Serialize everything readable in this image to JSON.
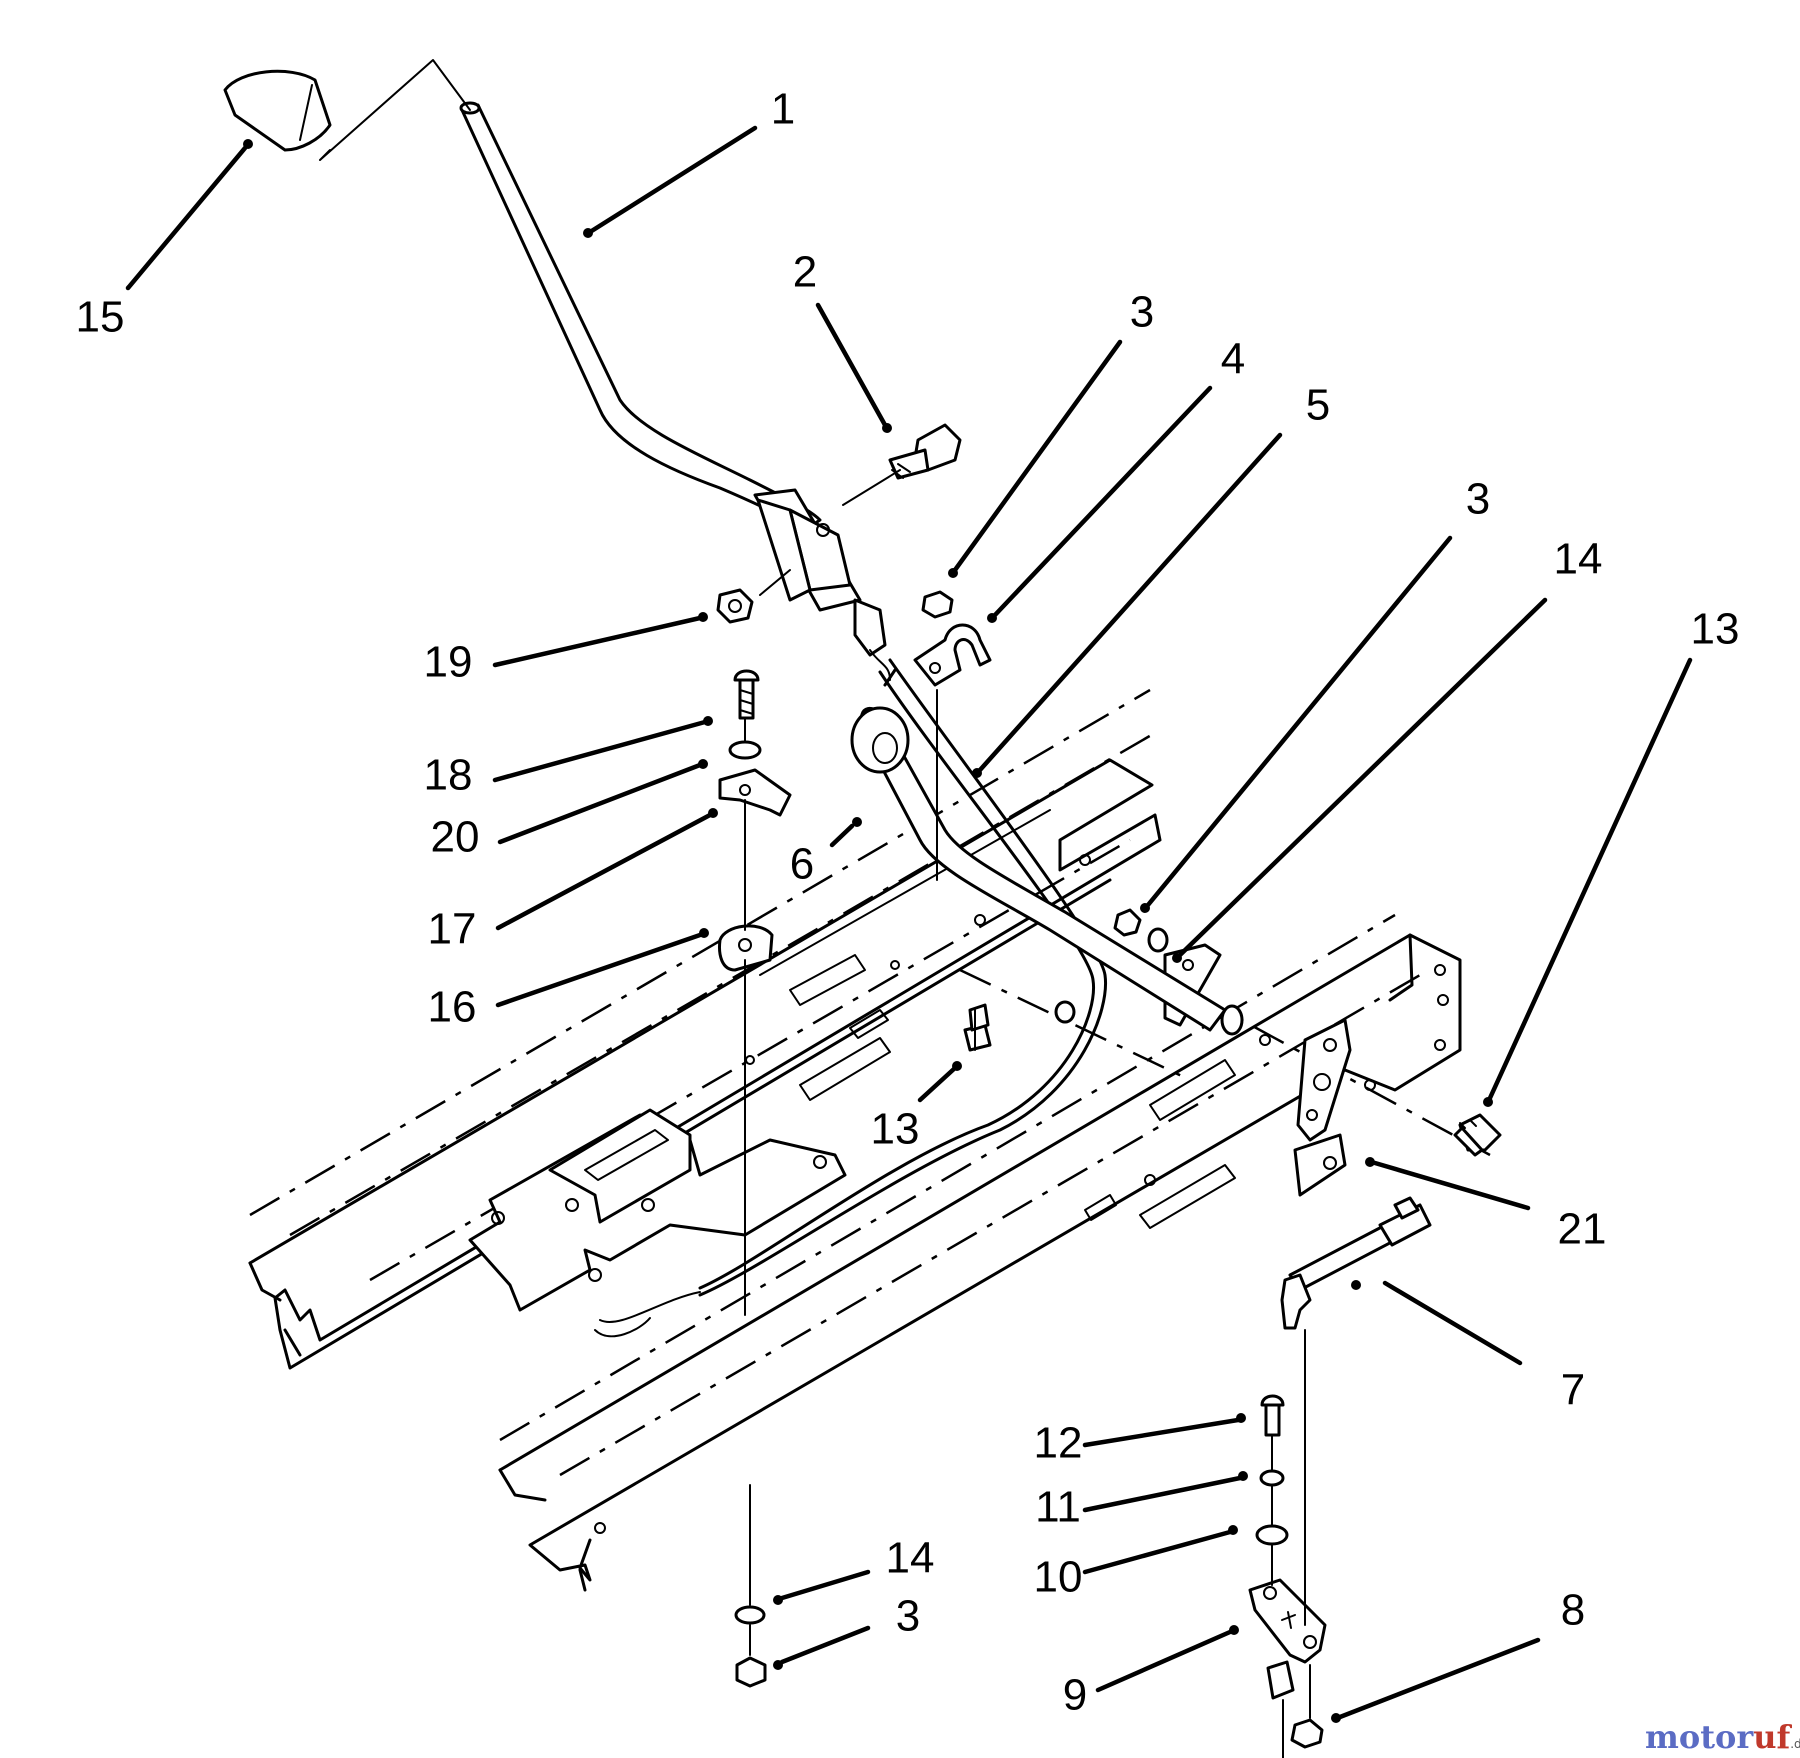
{
  "callouts": [
    "1",
    "2",
    "3",
    "4",
    "5",
    "3",
    "14",
    "13",
    "15",
    "19",
    "18",
    "20",
    "17",
    "16",
    "6",
    "13",
    "21",
    "7",
    "12",
    "11",
    "10",
    "9",
    "8",
    "14",
    "3"
  ],
  "watermark": {
    "brand_a": "motor",
    "brand_b": "uf",
    "suffix": ".de"
  },
  "colors": {
    "ink": "#000000",
    "paper": "#ffffff",
    "watermark_blue": "#5b6cc4",
    "watermark_red": "#c0392b"
  }
}
